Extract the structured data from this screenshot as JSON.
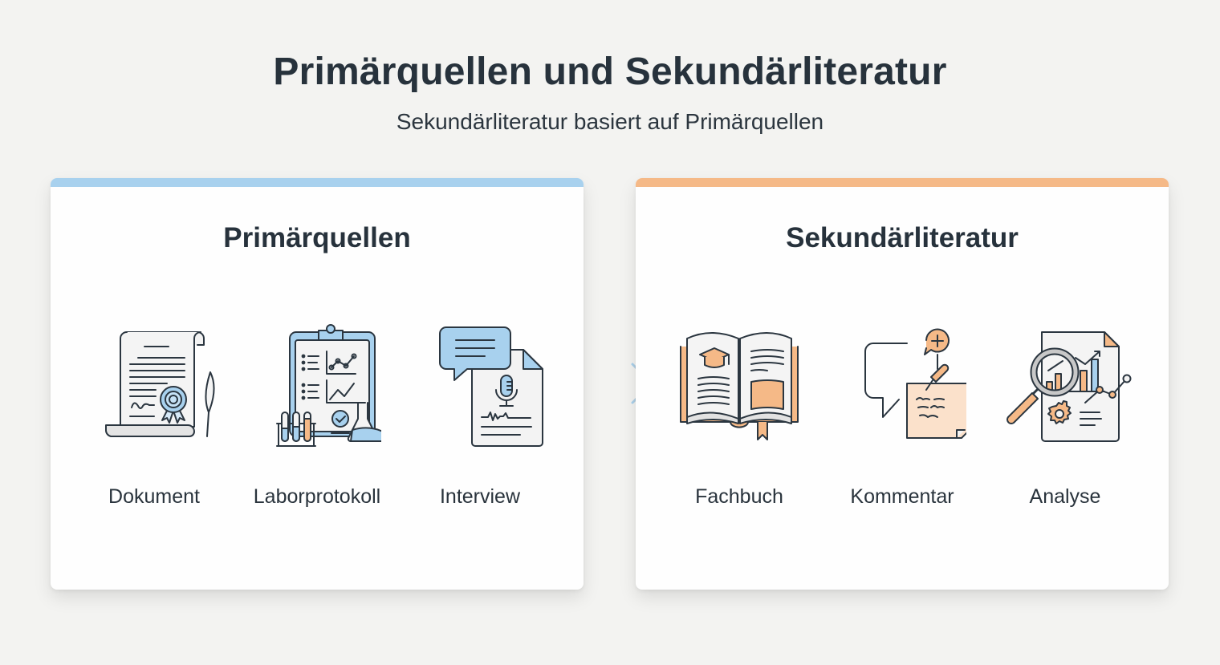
{
  "header": {
    "title": "Primärquellen und Sekundärliteratur",
    "subtitle": "Sekundärliteratur basiert auf Primärquellen"
  },
  "colors": {
    "background": "#f3f3f1",
    "primary_accent": "#a8d1ee",
    "secondary_accent": "#f5b987",
    "text": "#27323c"
  },
  "panels": [
    {
      "title": "Primärquellen",
      "accent": "#a8d1ee",
      "items": [
        {
          "label": "Dokument",
          "icon": "scroll-document-with-seal-icon"
        },
        {
          "label": "Laborprotokoll",
          "icon": "clipboard-lab-icon"
        },
        {
          "label": "Interview",
          "icon": "interview-transcript-icon"
        }
      ]
    },
    {
      "title": "Sekundärliteratur",
      "accent": "#f5b987",
      "items": [
        {
          "label": "Fachbuch",
          "icon": "open-book-icon"
        },
        {
          "label": "Kommentar",
          "icon": "comment-note-icon"
        },
        {
          "label": "Analyse",
          "icon": "analysis-chart-icon"
        }
      ]
    }
  ],
  "connector": {
    "from": "Primärquellen",
    "to": "Sekundärliteratur",
    "icon": "arrow-right-icon"
  }
}
